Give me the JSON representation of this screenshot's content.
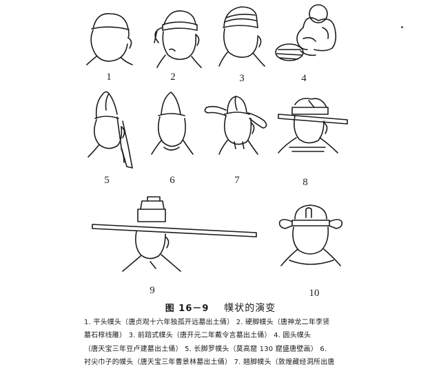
{
  "figure": {
    "numbers": [
      "1",
      "2",
      "3",
      "4",
      "5",
      "6",
      "7",
      "8",
      "9",
      "10"
    ],
    "title_label": "图 16－9",
    "title_text": "幞状的演变"
  },
  "caption_lines": [
    "1. 平头幞头（唐贞观十六年独孤开远墓出土俑）    2. 硬脚幞头（唐神龙二年李贤",
    "墓石椁线雕）    3. 前踣式幞头（唐开元二年戴令言墓出土俑）    4. 圆头幞头",
    "（唐天宝三年豆卢建墓出土俑）    5. 长脚罗幞头（莫高窟 130 窟盛唐壁画）    6.",
    "衬尖巾子的幞头（唐天宝三年曹景林墓出土俑）    7. 翘脚幞头（敦煌藏经洞所出唐"
  ]
}
